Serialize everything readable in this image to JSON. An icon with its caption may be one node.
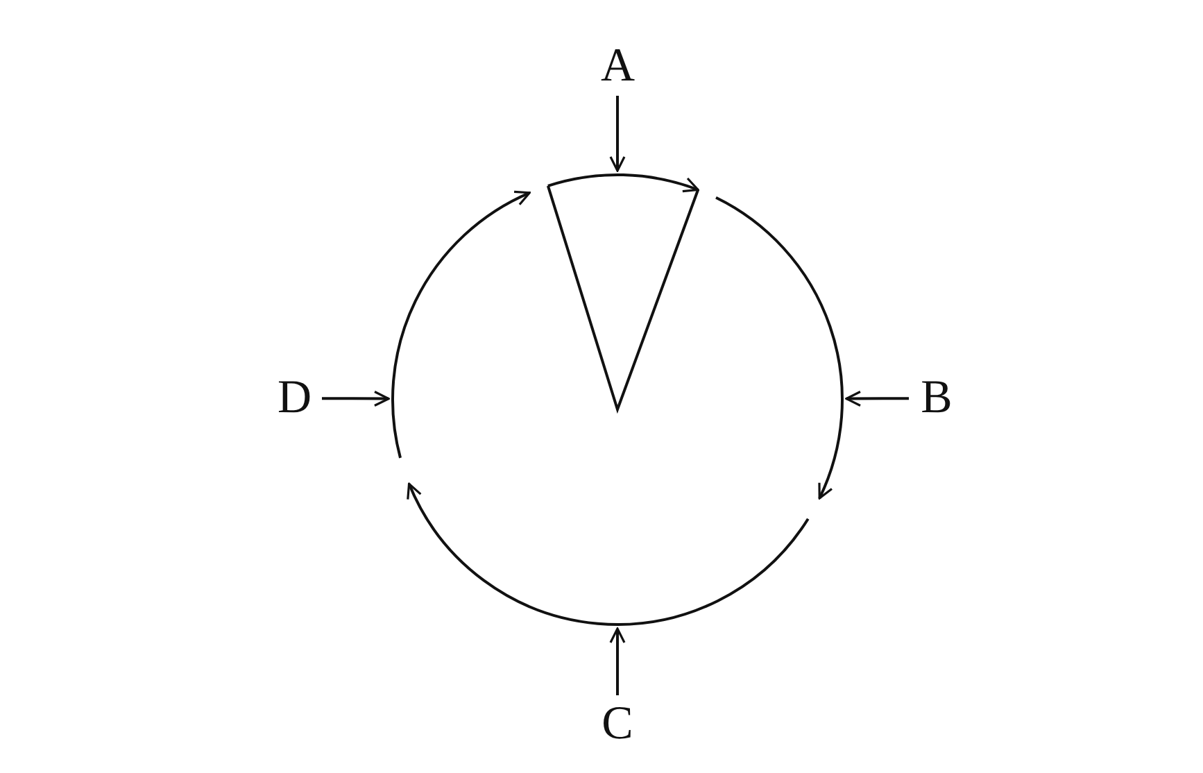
{
  "diagram": {
    "nodes": [
      {
        "text": [
          "A"
        ]
      },
      {
        "text": [
          "B"
        ]
      },
      {
        "text": [
          "C"
        ]
      },
      {
        "text": [
          "D"
        ]
      },
      {
        "text": [],
        "shape": "circle"
      }
    ],
    "edges": [
      {
        "from": 0,
        "to": 4,
        "arrow": "to"
      },
      {
        "from": 1,
        "to": 4,
        "arrow": "to"
      },
      {
        "from": 2,
        "to": 4,
        "arrow": "to"
      },
      {
        "from": 3,
        "to": 4,
        "arrow": "to"
      }
    ]
  }
}
